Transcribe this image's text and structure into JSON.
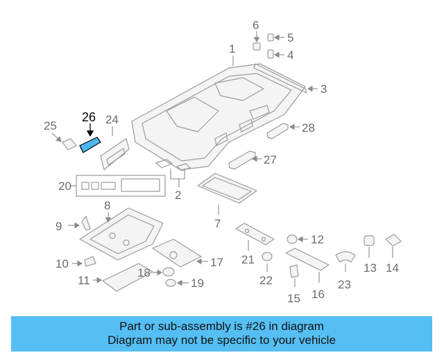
{
  "diagram": {
    "labels": {
      "p1": "1",
      "p2": "2",
      "p3": "3",
      "p4": "4",
      "p5": "5",
      "p6": "6",
      "p7": "7",
      "p8": "8",
      "p9": "9",
      "p10": "10",
      "p11": "11",
      "p12": "12",
      "p13": "13",
      "p14": "14",
      "p15": "15",
      "p16": "16",
      "p17": "17",
      "p18": "18",
      "p19": "19",
      "p20": "20",
      "p21": "21",
      "p22": "22",
      "p23": "23",
      "p24": "24",
      "p25": "25",
      "p26": "26",
      "p27": "27",
      "p28": "28"
    },
    "highlight_color": "#4fb8f0"
  },
  "banner": {
    "line1": "Part or sub-assembly is #26 in diagram",
    "line2": "Diagram may not be specific to your vehicle",
    "background": "#55bff4"
  }
}
